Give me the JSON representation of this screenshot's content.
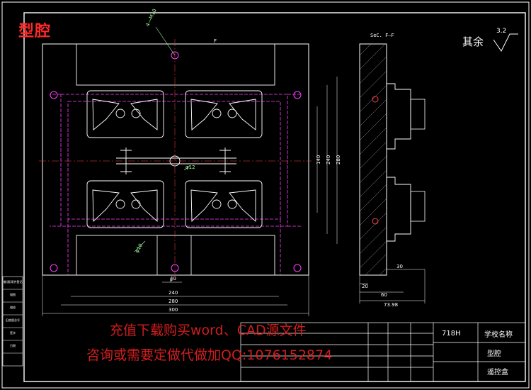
{
  "drawing": {
    "title": "型腔",
    "roughness_label": "其余",
    "roughness_value": "3.2",
    "section_label": "SeC. F—F",
    "cut_marker_top": "F",
    "cut_marker_bottom": "F",
    "leader_top": "4—M10",
    "dim_hole_a": "φ12",
    "dim_hole_b": "φ10"
  },
  "dimensions": {
    "width_40": "40",
    "width_240": "240",
    "width_280": "280",
    "width_300": "300",
    "height_140": "140",
    "height_240": "240",
    "height_280": "280",
    "side_20": "20",
    "side_30": "30",
    "side_60": "60",
    "side_total": "73.98"
  },
  "title_block": {
    "material": "718H",
    "school_name": "学校名称",
    "part_name": "型腔",
    "drawing_name": "遥控盒"
  },
  "watermark": {
    "line1": "充值下载购买word、CAD源文件",
    "line2": "咨询或需要定做代做加QQ:1076152874"
  },
  "side_column": {
    "cells": [
      "借(通)用件登记",
      "描图",
      "描校",
      "旧底图总号",
      "签字",
      "日期"
    ]
  }
}
